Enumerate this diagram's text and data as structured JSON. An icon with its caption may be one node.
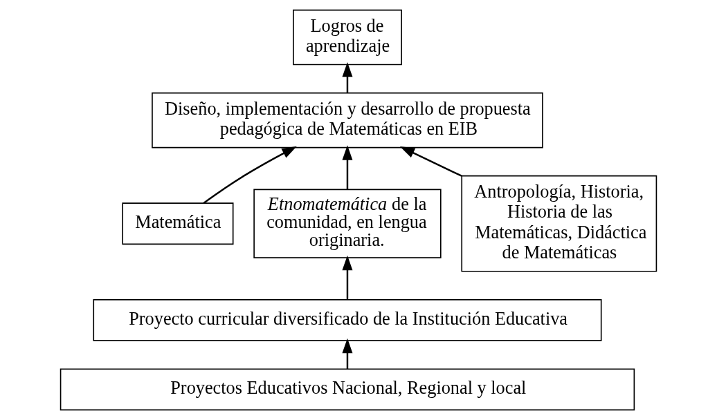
{
  "diagram": {
    "nodes": [
      {
        "text": [
          "Logros de aprendizaje"
        ]
      },
      {
        "text": [
          "Diseño, implementación y desarrollo de propuesta pedagógica de Matemáticas en EIB"
        ]
      },
      {
        "text": [
          "Matemática"
        ]
      },
      {
        "text": [
          "*Etnomatemática* de la comunidad, en lengua originaria."
        ]
      },
      {
        "text": [
          "Antropología, Historia, Historia de las Matemáticas, Didáctica de Matemáticas"
        ]
      },
      {
        "text": [
          "Proyecto curricular diversificado de la Institución Educativa"
        ]
      },
      {
        "text": [
          "Proyectos Educativos Nacional, Regional y local"
        ]
      }
    ],
    "edges": [
      {
        "from": 6,
        "to": 5,
        "arrow": "to"
      },
      {
        "from": 5,
        "to": 3,
        "arrow": "to"
      },
      {
        "from": 2,
        "to": 1,
        "arrow": "to"
      },
      {
        "from": 3,
        "to": 1,
        "arrow": "to"
      },
      {
        "from": 4,
        "to": 1,
        "arrow": "to"
      },
      {
        "from": 1,
        "to": 0,
        "arrow": "to"
      }
    ]
  }
}
